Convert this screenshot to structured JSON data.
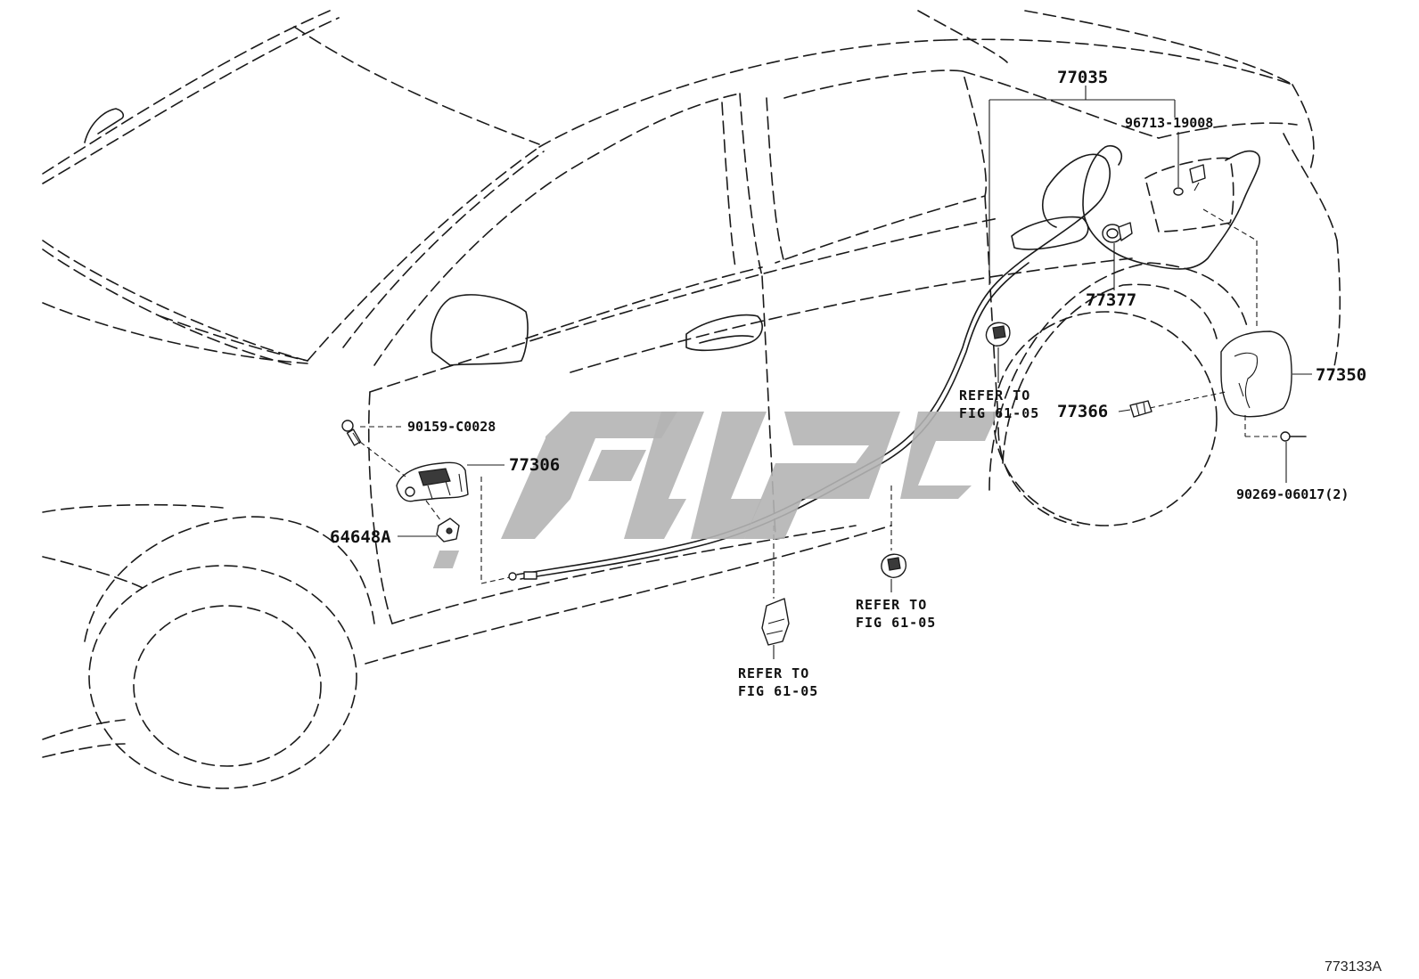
{
  "parts": {
    "p77035": "77035",
    "p96713": "96713-19008",
    "p77377": "77377",
    "p77350": "77350",
    "p77366": "77366",
    "p90269": "90269-06017(2)",
    "p90159": "90159-C0028",
    "p77306": "77306",
    "p64648": "64648A"
  },
  "refer": {
    "line1": "REFER TO",
    "line2": "FIG 61-05"
  },
  "figure_id": "773133A",
  "colors": {
    "line": "#1a1a1a",
    "watermark": "#b4b4b4",
    "background": "#ffffff"
  }
}
